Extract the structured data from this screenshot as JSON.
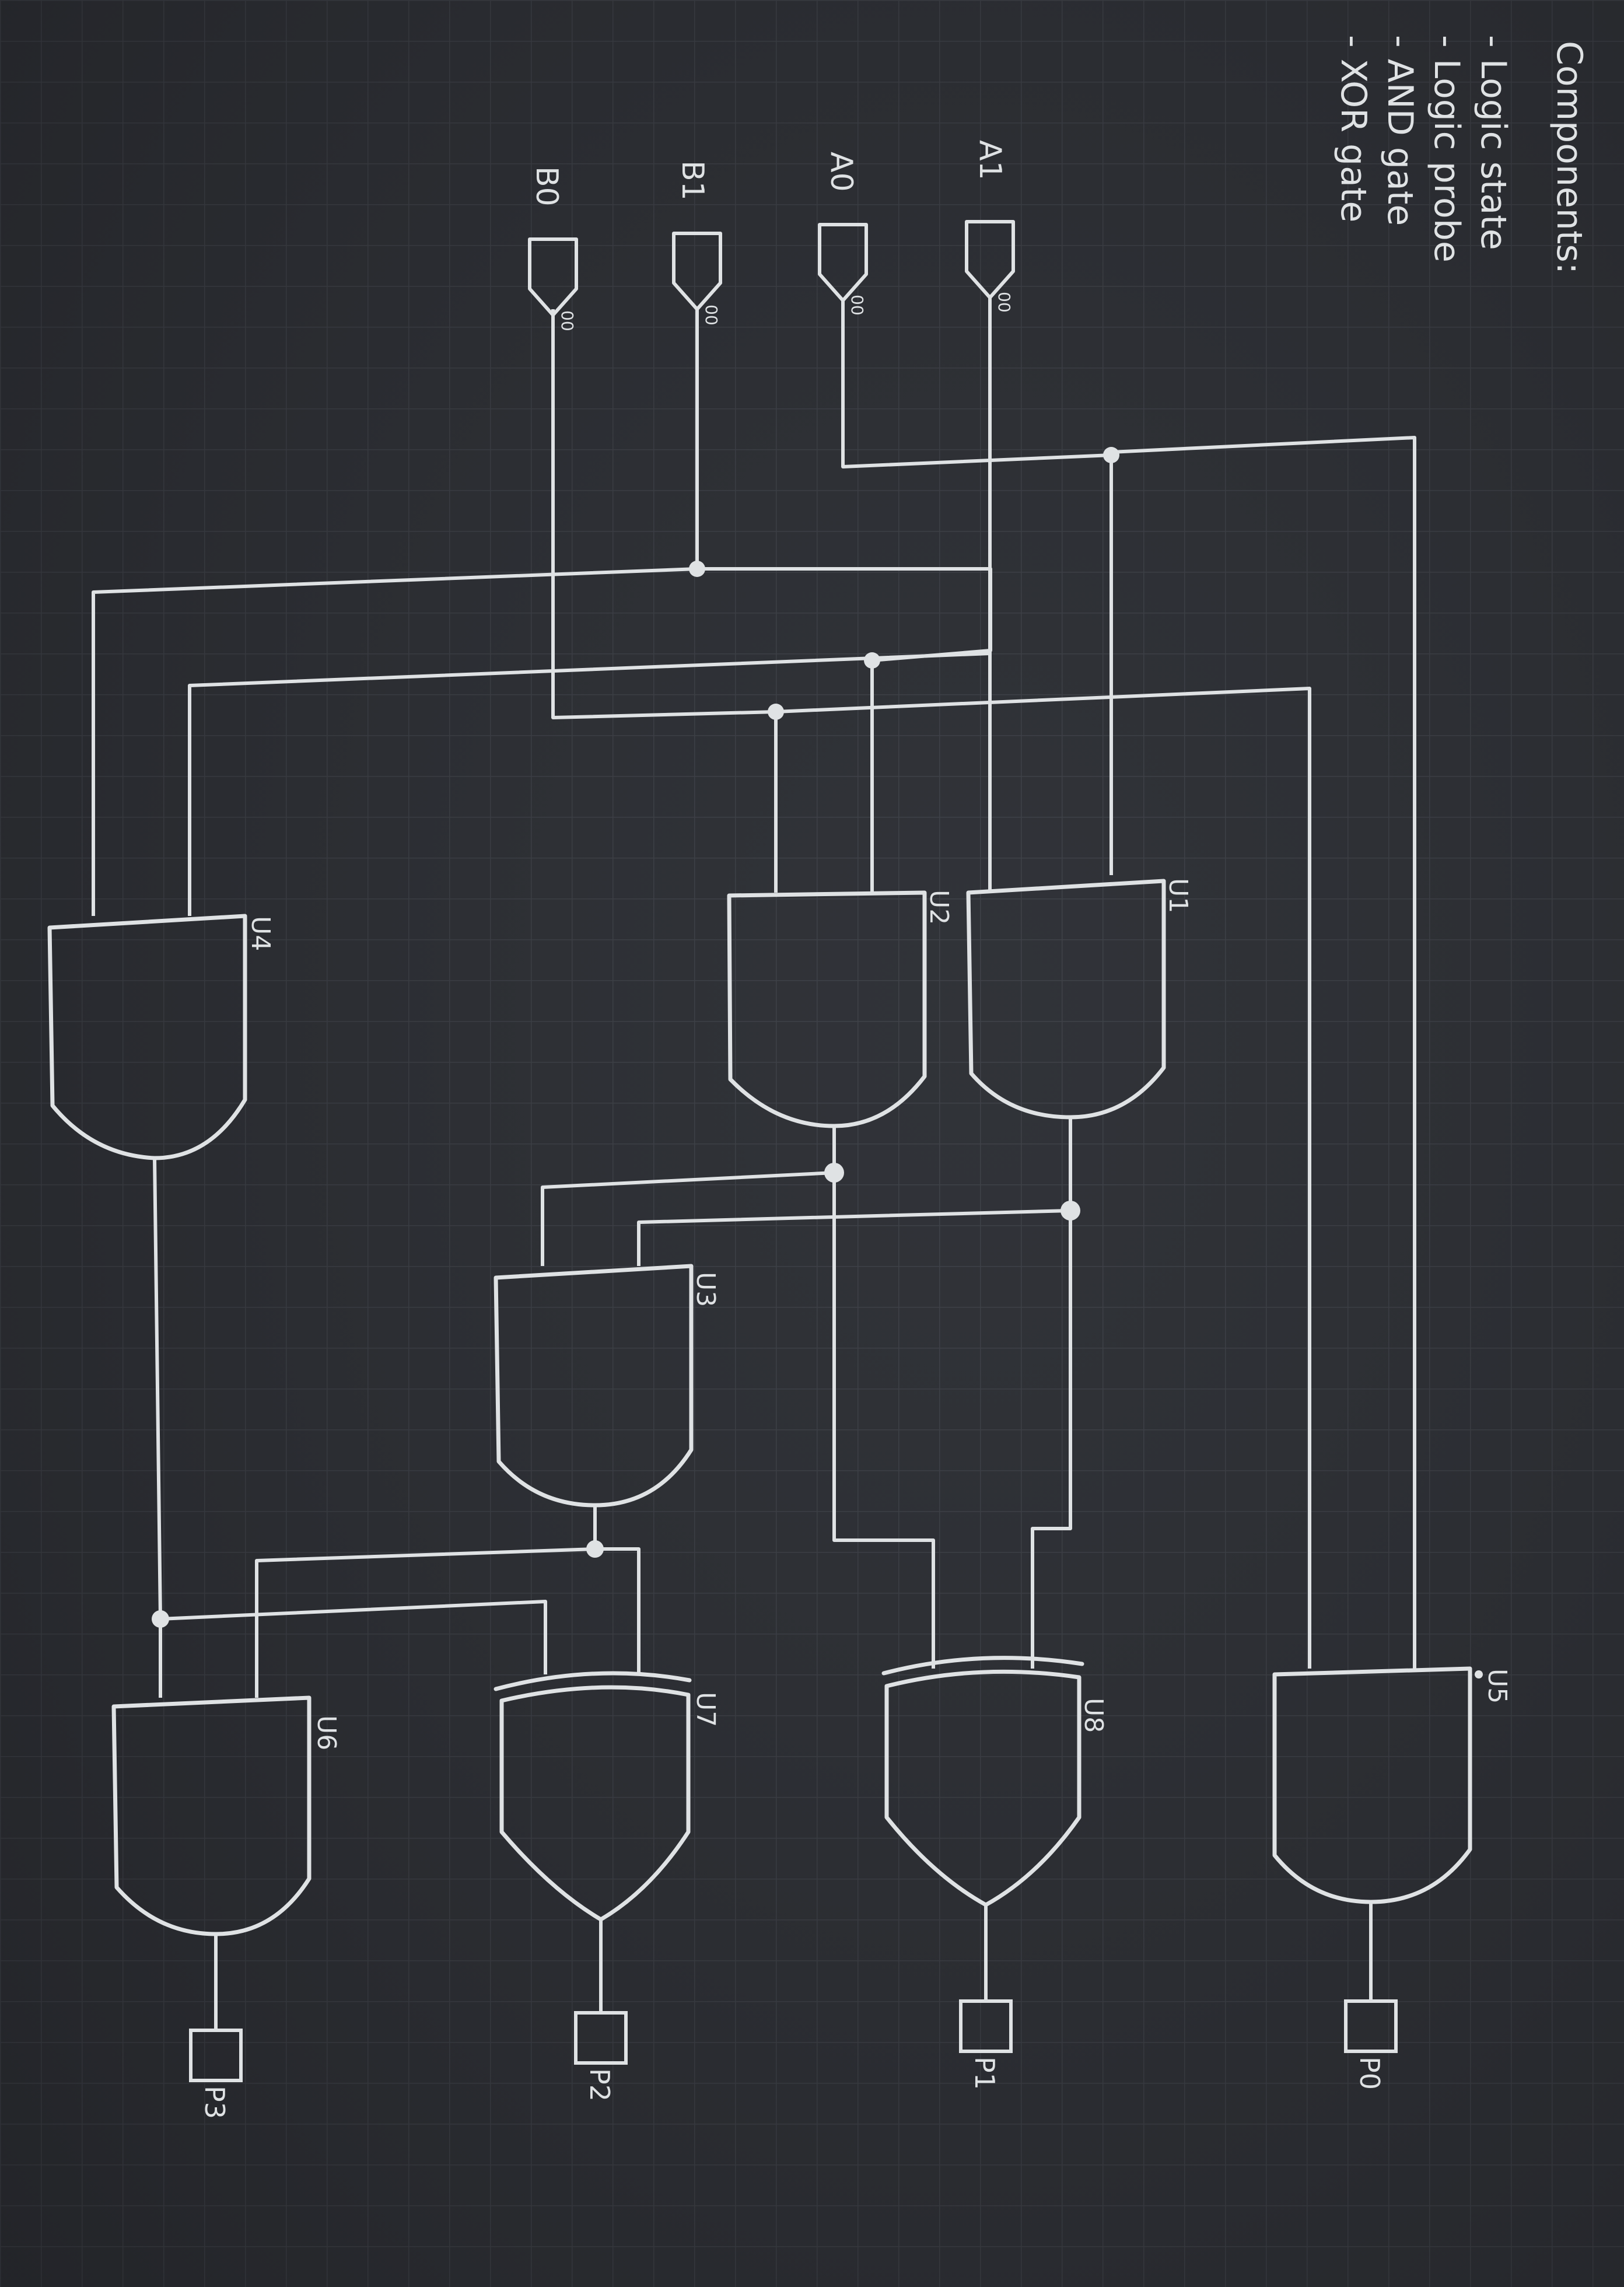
{
  "legend": {
    "heading": "Components:",
    "items": [
      "- Logic state",
      "- Logic probe",
      "- AND gate",
      "- XOR gate"
    ]
  },
  "inputs": [
    "A1",
    "A0",
    "B1",
    "B0"
  ],
  "gates": [
    {
      "label": "U1",
      "kind": "AND"
    },
    {
      "label": "U2",
      "kind": "AND"
    },
    {
      "label": "U3",
      "kind": "AND"
    },
    {
      "label": "U4",
      "kind": "AND"
    },
    {
      "label": "U5",
      "kind": "AND"
    },
    {
      "label": "U6",
      "kind": "AND"
    },
    {
      "label": "U7",
      "kind": "XOR"
    },
    {
      "label": "U8",
      "kind": "XOR"
    }
  ],
  "outputs": [
    "P0",
    "P1",
    "P2",
    "P3"
  ],
  "state_mark": "00",
  "colors": {
    "background": "#2c2e33",
    "grid": "#43464d",
    "ink": "#dfe2e4"
  }
}
